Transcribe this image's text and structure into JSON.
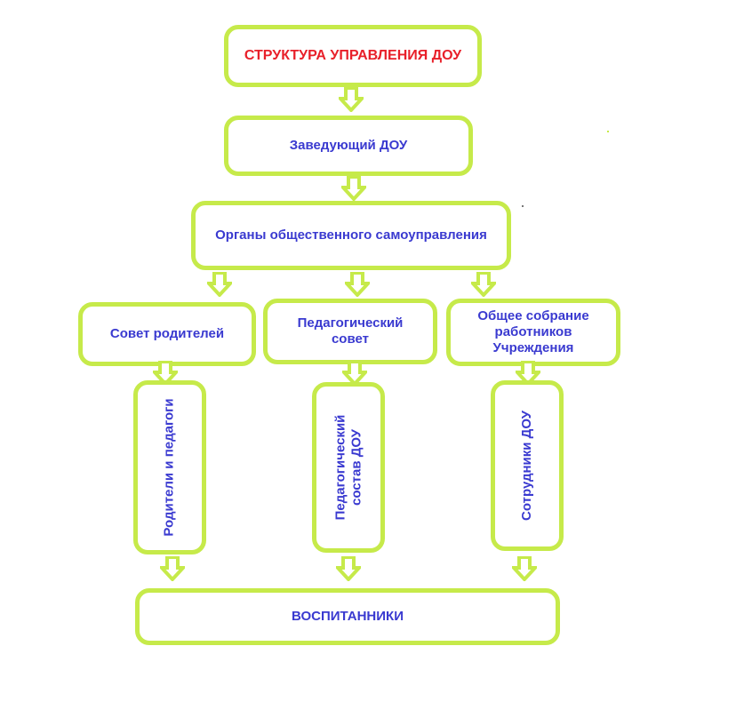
{
  "colors": {
    "border": "#c6ea4a",
    "text": "#3a3ad0",
    "title_text": "#e8202a"
  },
  "title": "СТРУКТУРА УПРАВЛЕНИЯ ДОУ",
  "head": "Заведующий ДОУ",
  "self_government": "Органы общественного самоуправления",
  "councils": {
    "parents": "Совет родителей",
    "pedagogical_line1": "Педагогический",
    "pedagogical_line2": "совет",
    "general_line1": "Общее собрание",
    "general_line2": "работников",
    "general_line3": "Учреждения"
  },
  "members": {
    "parents_teachers": "Родители и педагоги",
    "staff_line1": "Педагогический",
    "staff_line2": "состав ДОУ",
    "employees": "Сотрудники ДОУ"
  },
  "pupils": "ВОСПИТАННИКИ"
}
